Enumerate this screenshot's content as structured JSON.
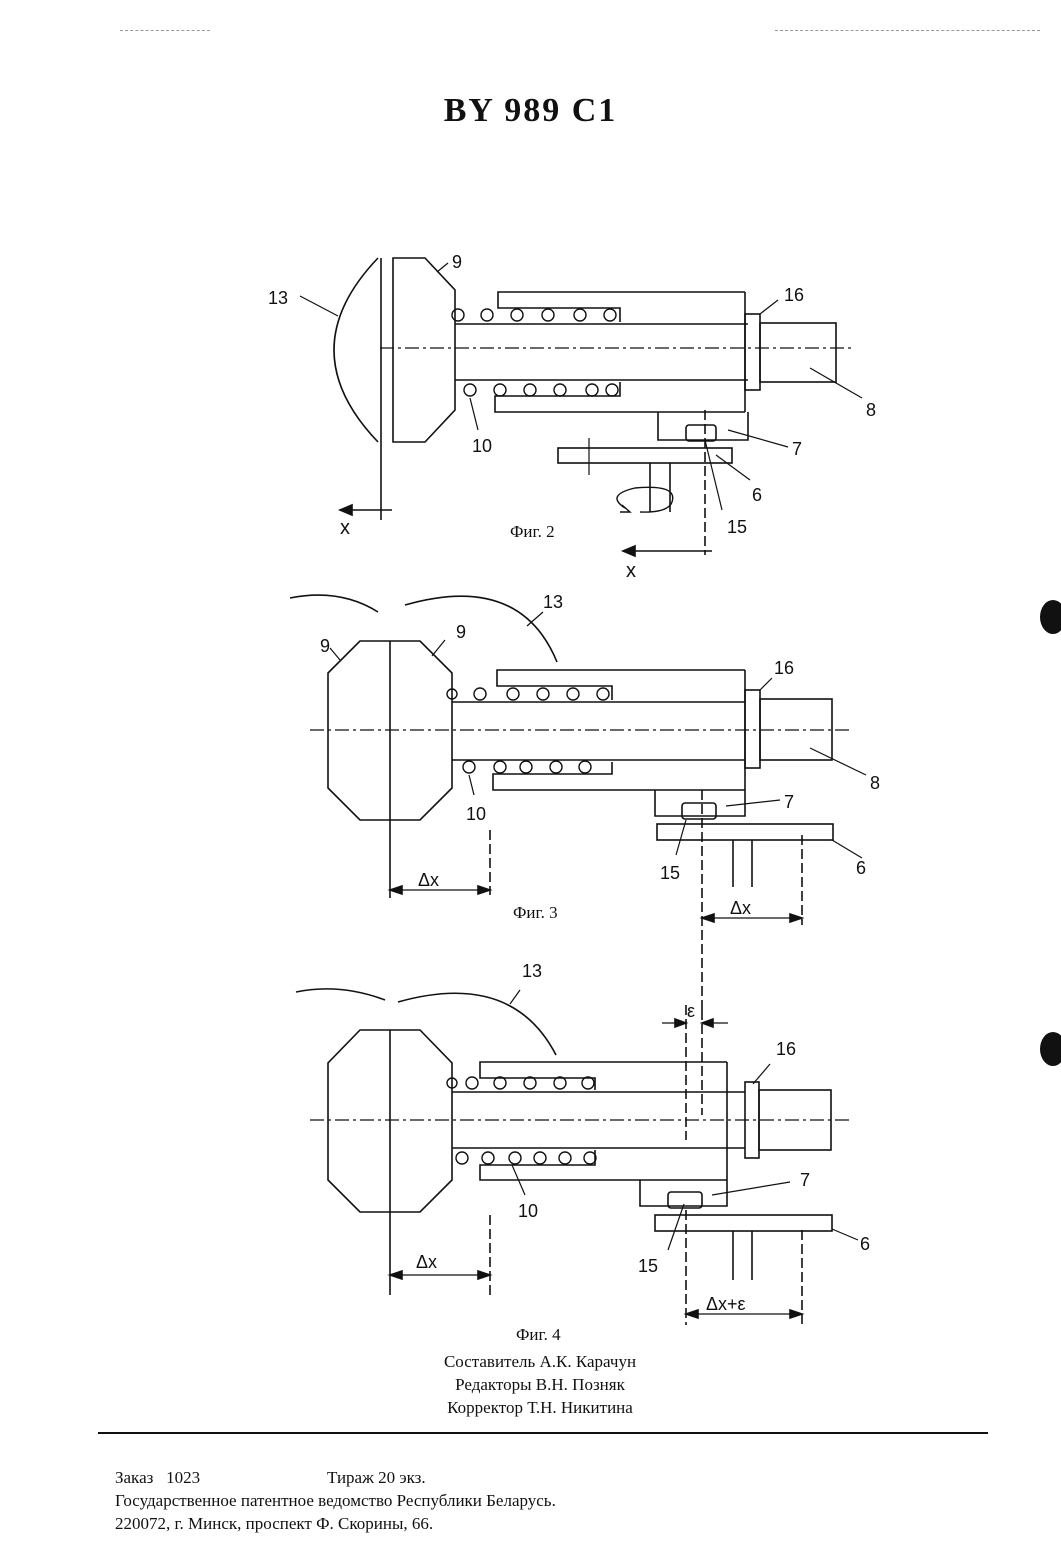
{
  "page": {
    "title": "BY 989 C1"
  },
  "figures": [
    {
      "caption": "Фиг. 2",
      "labels": {
        "n13": "13",
        "n9": "9",
        "n16": "16",
        "n8": "8",
        "n7": "7",
        "n6": "6",
        "n15": "15",
        "n10": "10",
        "x1": "x",
        "x2": "x"
      }
    },
    {
      "caption": "Фиг. 3",
      "labels": {
        "n13": "13",
        "n9a": "9",
        "n9b": "9",
        "n16": "16",
        "n8": "8",
        "n7": "7",
        "n6": "6",
        "n15": "15",
        "n10": "10",
        "dx1": "Δx",
        "dx2": "Δx"
      }
    },
    {
      "caption": "Фиг. 4",
      "labels": {
        "n13": "13",
        "n16": "16",
        "n7": "7",
        "n6": "6",
        "n15": "15",
        "n10": "10",
        "eps": "ε",
        "dx1": "Δx",
        "dxe": "Δx+ε"
      }
    }
  ],
  "credits": {
    "compiler": "Составитель А.К. Карачун",
    "editors": "Редакторы В.Н. Позняк",
    "corrector": "Корректор Т.Н. Никитина"
  },
  "footer": {
    "order": "Заказ   1023",
    "circulation": "Тираж 20 экз.",
    "office": "Государственное патентное ведомство Республики Беларусь.",
    "address": "220072, г. Минск, проспект Ф. Скорины, 66."
  }
}
